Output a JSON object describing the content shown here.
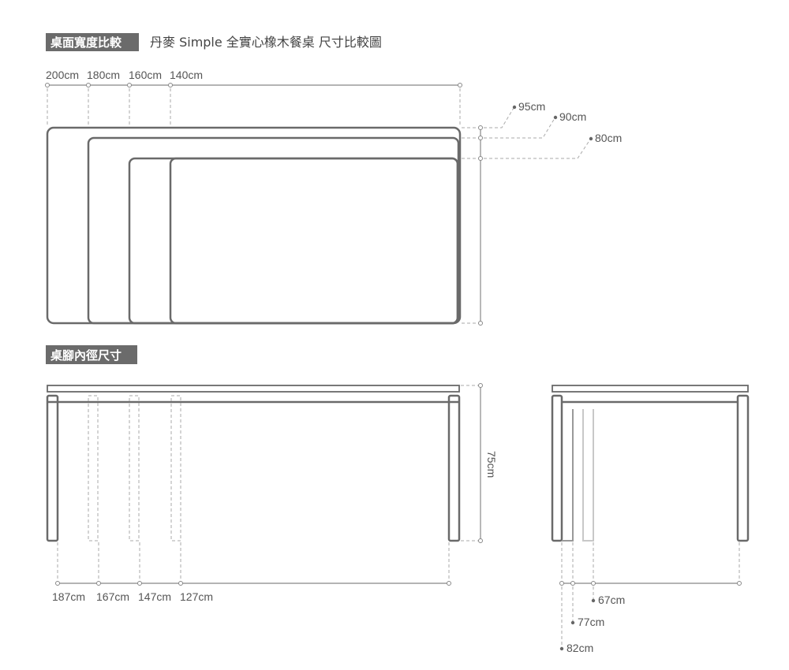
{
  "header": {
    "badge": "桌面寬度比較",
    "title": "丹麥 Simple 全實心橡木餐桌 尺寸比較圖"
  },
  "widths": [
    "200cm",
    "180cm",
    "160cm",
    "140cm"
  ],
  "depths": [
    "95cm",
    "90cm",
    "80cm"
  ],
  "legs_section": {
    "badge": "桌腳內徑尺寸",
    "front_inner": [
      "187cm",
      "167cm",
      "147cm",
      "127cm"
    ],
    "height": "75cm",
    "side_inner": [
      "67cm",
      "77cm",
      "82cm"
    ]
  },
  "colors": {
    "badge_bg": "#6b6b6b",
    "line": "#666666",
    "dash": "#aaaaaa"
  }
}
